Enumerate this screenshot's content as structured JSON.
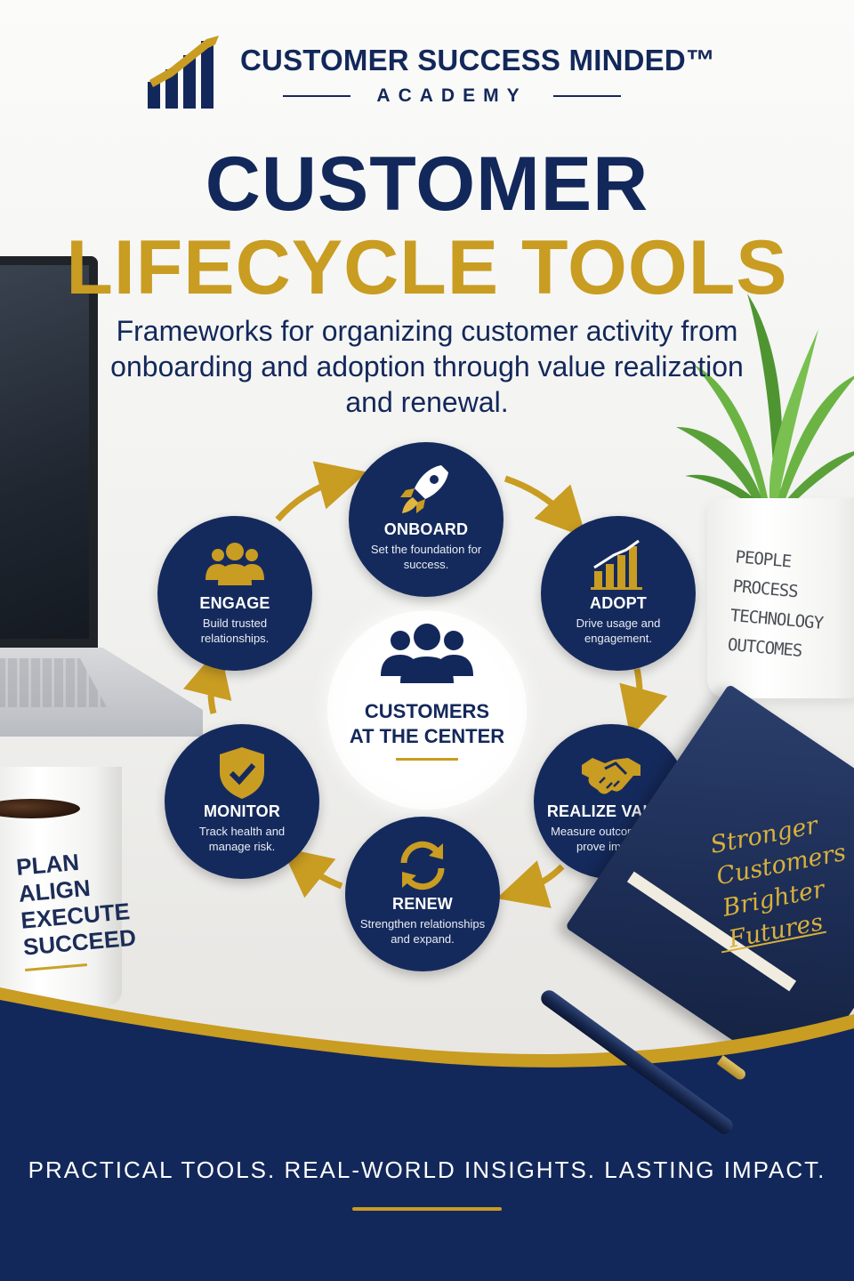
{
  "header": {
    "brand_name": "CUSTOMER SUCCESS MINDED™",
    "brand_sub": "ACADEMY",
    "title_line1": "CUSTOMER",
    "title_line2": "LIFECYCLE TOOLS",
    "subtitle": "Frameworks for organizing customer activity from onboarding and adoption through value realization and renewal."
  },
  "cycle": {
    "center": {
      "label_line1": "CUSTOMERS",
      "label_line2": "AT THE CENTER",
      "icon": "people-group-icon"
    },
    "stages": [
      {
        "title": "ONBOARD",
        "description": "Set the foundation for success.",
        "icon": "rocket-icon"
      },
      {
        "title": "ADOPT",
        "description": "Drive usage and engagement.",
        "icon": "bar-chart-icon"
      },
      {
        "title": "REALIZE VALUE",
        "description": "Measure outcomes and prove impact.",
        "icon": "handshake-icon"
      },
      {
        "title": "RENEW",
        "description": "Strengthen relationships and expand.",
        "icon": "refresh-icon"
      },
      {
        "title": "MONITOR",
        "description": "Track health and manage risk.",
        "icon": "shield-check-icon"
      },
      {
        "title": "ENGAGE",
        "description": "Build trusted relationships.",
        "icon": "people-group-icon"
      }
    ]
  },
  "props": {
    "mug_lines": [
      "PLAN",
      "ALIGN",
      "EXECUTE",
      "SUCCEED"
    ],
    "pot_lines": [
      "PEOPLE",
      "PROCESS",
      "TECHNOLOGY",
      "OUTCOMES"
    ],
    "notebook_lines": [
      "Stronger",
      "Customers",
      "Brighter",
      "Futures"
    ]
  },
  "footer": {
    "tagline": "PRACTICAL TOOLS. REAL-WORLD INSIGHTS. LASTING IMPACT."
  },
  "colors": {
    "navy": "#13285a",
    "gold": "#c99c22",
    "circle_navy": "#152a5c"
  }
}
